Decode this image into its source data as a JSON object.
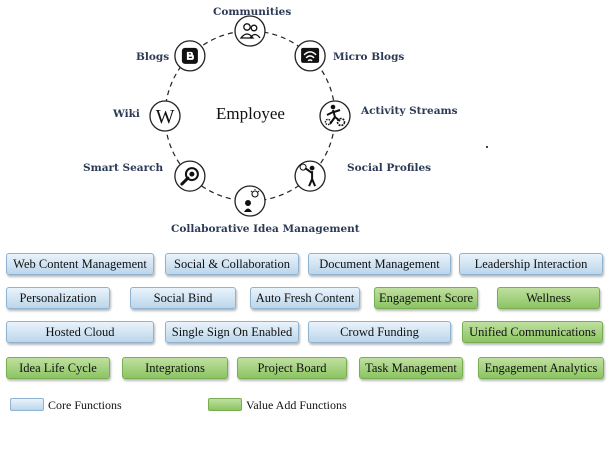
{
  "center": "Employee",
  "nodes": [
    {
      "label": "Communities",
      "icon": "users-icon"
    },
    {
      "label": "Micro Blogs",
      "icon": "wifi-screen-icon"
    },
    {
      "label": "Activity Streams",
      "icon": "running-person-gears-icon"
    },
    {
      "label": "Social Profiles",
      "icon": "presenter-icon"
    },
    {
      "label": "Collaborative Idea Management",
      "icon": "lightbulb-thinker-icon"
    },
    {
      "label": "Smart Search",
      "icon": "magnifier-icon"
    },
    {
      "label": "Wiki",
      "icon": "wikipedia-icon"
    },
    {
      "label": "Blogs",
      "icon": "blogger-icon"
    }
  ],
  "rows": [
    [
      {
        "label": "Web Content Management",
        "kind": "core"
      },
      {
        "label": "Social & Collaboration",
        "kind": "core"
      },
      {
        "label": "Document Management",
        "kind": "core"
      },
      {
        "label": "Leadership Interaction",
        "kind": "core"
      }
    ],
    [
      {
        "label": "Personalization",
        "kind": "core"
      },
      {
        "label": "Social Bind",
        "kind": "core"
      },
      {
        "label": "Auto Fresh Content",
        "kind": "core"
      },
      {
        "label": "Engagement Score",
        "kind": "value"
      },
      {
        "label": "Wellness",
        "kind": "value"
      }
    ],
    [
      {
        "label": "Hosted Cloud",
        "kind": "core"
      },
      {
        "label": "Single Sign On Enabled",
        "kind": "core"
      },
      {
        "label": "Crowd Funding",
        "kind": "core"
      },
      {
        "label": "Unified Communications",
        "kind": "value"
      }
    ],
    [
      {
        "label": "Idea Life Cycle",
        "kind": "value"
      },
      {
        "label": "Integrations",
        "kind": "value"
      },
      {
        "label": "Project Board",
        "kind": "value"
      },
      {
        "label": "Task Management",
        "kind": "value"
      },
      {
        "label": "Engagement Analytics",
        "kind": "value"
      }
    ]
  ],
  "legend": {
    "core": "Core Functions",
    "value": "Value Add Functions"
  },
  "colors": {
    "core": "#cfe3f3",
    "value": "#a3d17c",
    "label_text": "#2b3a55"
  }
}
